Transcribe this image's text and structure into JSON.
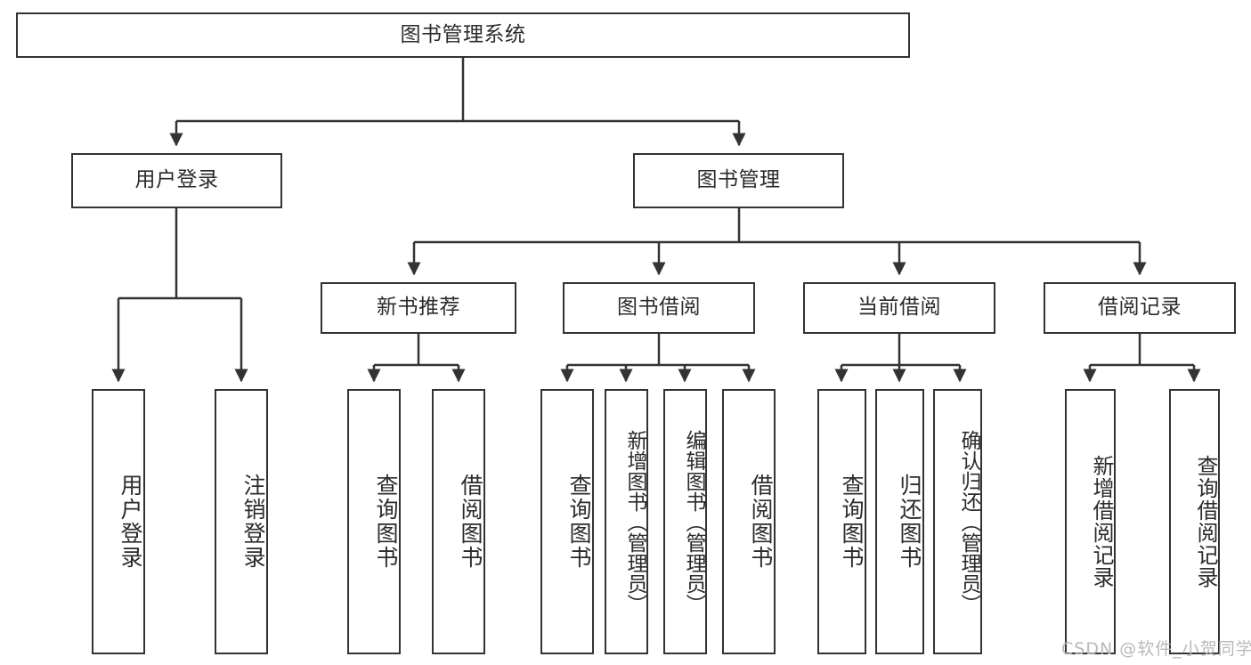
{
  "diagram": {
    "title": "图书管理系统",
    "root": {
      "id": "root",
      "label": "图书管理系统"
    },
    "level2": [
      {
        "id": "user-login",
        "label": "用户登录"
      },
      {
        "id": "book-manage",
        "label": "图书管理"
      }
    ],
    "level3": [
      {
        "id": "new-book-rec",
        "label": "新书推荐"
      },
      {
        "id": "book-borrow",
        "label": "图书借阅"
      },
      {
        "id": "current-borrow",
        "label": "当前借阅"
      },
      {
        "id": "borrow-record",
        "label": "借阅记录"
      }
    ],
    "leaves": {
      "user_login": [
        {
          "id": "leaf-user-login",
          "label": "用户登录"
        },
        {
          "id": "leaf-logout",
          "label": "注销登录"
        }
      ],
      "new_book_rec": [
        {
          "id": "leaf-query-book-1",
          "label": "查询图书"
        },
        {
          "id": "leaf-borrow-book-1",
          "label": "借阅图书"
        }
      ],
      "book_borrow": [
        {
          "id": "leaf-query-book-2",
          "label": "查询图书"
        },
        {
          "id": "leaf-add-book",
          "label": "新增图书（管理员）"
        },
        {
          "id": "leaf-edit-book",
          "label": "编辑图书（管理员）"
        },
        {
          "id": "leaf-borrow-book-2",
          "label": "借阅图书"
        }
      ],
      "current_borrow": [
        {
          "id": "leaf-query-book-3",
          "label": "查询图书"
        },
        {
          "id": "leaf-return-book",
          "label": "归还图书"
        },
        {
          "id": "leaf-confirm-return",
          "label": "确认归还（管理员）"
        }
      ],
      "borrow_record": [
        {
          "id": "leaf-add-record",
          "label": "新增借阅记录"
        },
        {
          "id": "leaf-query-record",
          "label": "查询借阅记录"
        }
      ]
    }
  },
  "watermark": {
    "text": "CSDN @软件_小贺同学"
  },
  "colors": {
    "stroke": "#333333",
    "text": "#2b2b2b",
    "background": "#ffffff",
    "watermark": "#b9b9b9"
  }
}
